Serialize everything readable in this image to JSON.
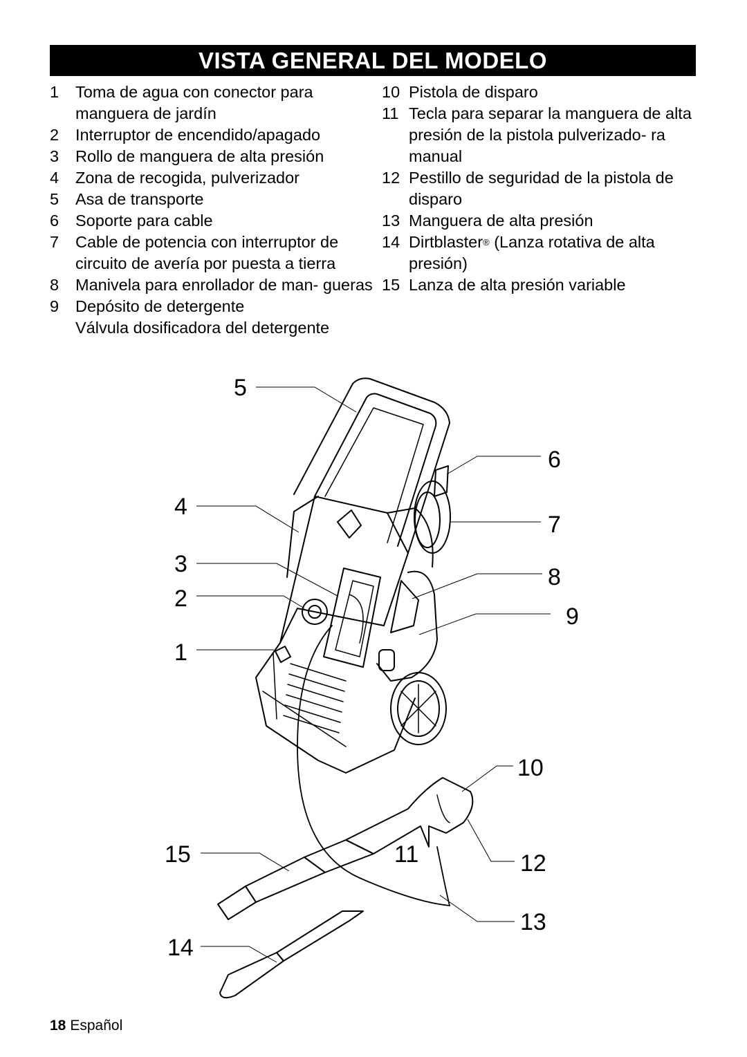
{
  "title": "VISTA GENERAL DEL MODELO",
  "left_items": [
    {
      "num": "1",
      "text": "Toma de agua con conector para manguera de jardín"
    },
    {
      "num": "2",
      "text": "Interruptor de encendido/apagado"
    },
    {
      "num": "3",
      "text": "Rollo de manguera de alta presión"
    },
    {
      "num": "4",
      "text": "Zona de recogida, pulverizador"
    },
    {
      "num": "5",
      "text": "Asa de transporte"
    },
    {
      "num": "6",
      "text": "Soporte para cable"
    },
    {
      "num": "7",
      "text": "Cable de potencia con interruptor de circuito de avería por puesta a tierra"
    },
    {
      "num": "8",
      "text": "Manivela para enrollador de man- gueras"
    },
    {
      "num": "9",
      "text": "Depósito de detergente"
    }
  ],
  "left_continuation": "Válvula dosificadora del detergente",
  "right_items": [
    {
      "num": "10",
      "text": "Pistola de disparo"
    },
    {
      "num": "11",
      "text": "Tecla para separar la manguera de alta presión de la pistola pulverizado- ra manual"
    },
    {
      "num": "12",
      "text": "Pestillo de seguridad de la pistola de disparo"
    },
    {
      "num": "13",
      "text": "Manguera de alta presión"
    },
    {
      "num": "14",
      "text_before": "Dirtblaster",
      "reg": "®",
      "text_after": " (Lanza rotativa de alta presión)"
    },
    {
      "num": "15",
      "text": "Lanza de alta presión variable"
    }
  ],
  "callouts": [
    "5",
    "6",
    "4",
    "7",
    "3",
    "8",
    "2",
    "9",
    "1",
    "10",
    "15",
    "11",
    "12",
    "13",
    "14"
  ],
  "footer": {
    "page": "18",
    "language": "Español"
  }
}
